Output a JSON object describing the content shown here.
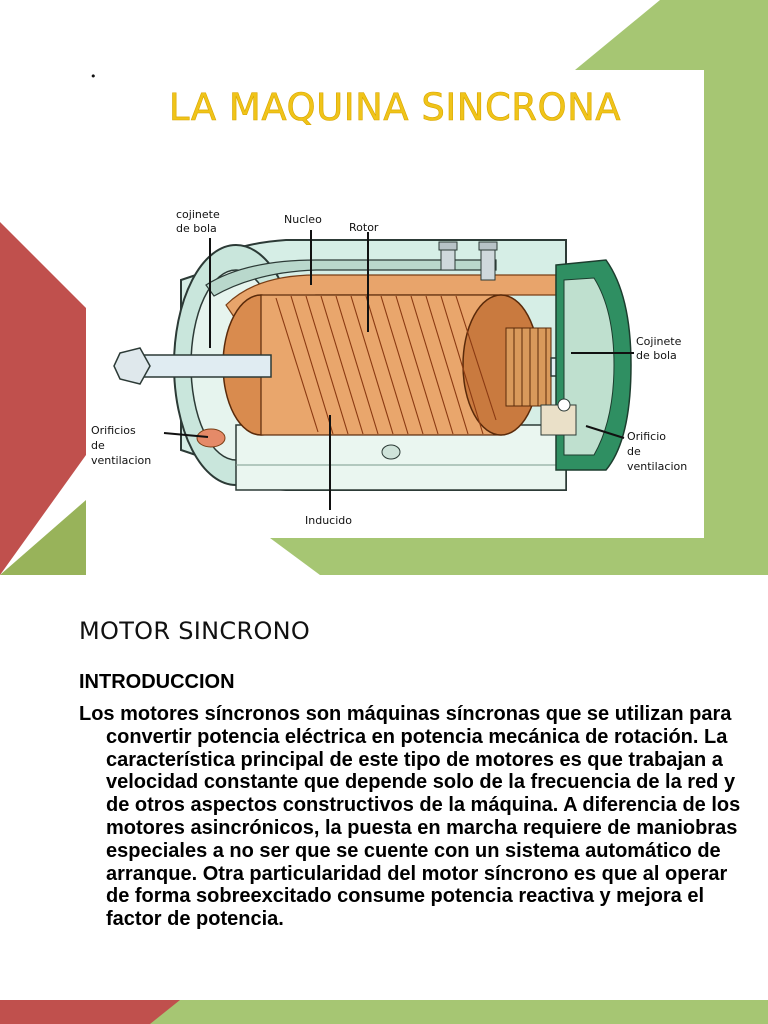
{
  "slide": {
    "colors": {
      "green_light": "#a6c673",
      "green_dark": "#98b35a",
      "red": "#c0504d",
      "title_yellow": "#f0c419"
    },
    "figure": {
      "title": "LA MAQUINA SINCRONA",
      "bullet": "•",
      "labels": {
        "cojinete_bola_left": [
          "cojinete",
          "de bola"
        ],
        "nucleo": "Nucleo",
        "rotor": "Rotor",
        "cojinete_bola_right": [
          "Cojinete",
          "de bola"
        ],
        "orificios_left": [
          "Orificios",
          "de",
          "ventilacion"
        ],
        "orificio_right": [
          "Orificio",
          "de",
          "ventilacion"
        ],
        "inducido": "Inducido"
      }
    },
    "section_heading": "MOTOR SINCRONO",
    "intro_heading": "INTRODUCCION",
    "intro_text": "Los motores síncronos son máquinas síncronas que se utilizan para convertir potencia eléctrica en potencia mecánica  de rotación. La característica principal de este tipo de motores es que trabajan a velocidad constante que depende solo de la frecuencia de la red y de otros aspectos constructivos de la máquina. A diferencia de los motores asincrónicos, la puesta en marcha requiere de maniobras especiales a no ser que se cuente con un sistema automático de arranque. Otra particularidad del motor síncrono es que al operar de forma sobreexcitado consume potencia reactiva y mejora el factor de potencia."
  }
}
